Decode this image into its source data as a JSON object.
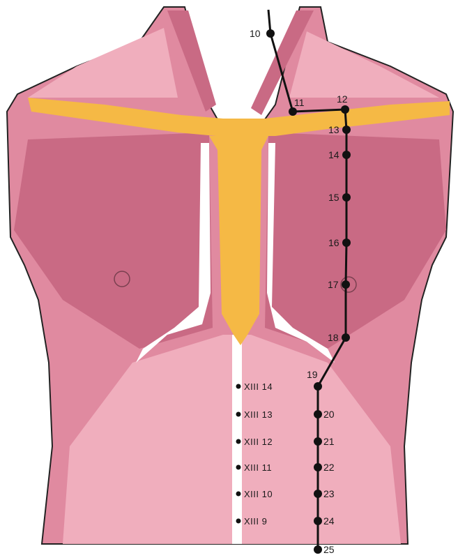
{
  "meridian_points": [
    {
      "label": "10"
    },
    {
      "label": "11"
    },
    {
      "label": "12"
    },
    {
      "label": "13"
    },
    {
      "label": "14"
    },
    {
      "label": "15"
    },
    {
      "label": "16"
    },
    {
      "label": "17"
    },
    {
      "label": "18"
    },
    {
      "label": "19"
    },
    {
      "label": "20"
    },
    {
      "label": "21"
    },
    {
      "label": "22"
    },
    {
      "label": "23"
    },
    {
      "label": "24"
    },
    {
      "label": "25"
    }
  ],
  "reference_points": [
    {
      "label": "XIII 14"
    },
    {
      "label": "XIII 13"
    },
    {
      "label": "XIII 12"
    },
    {
      "label": "XIII 11"
    },
    {
      "label": "XIII 10"
    },
    {
      "label": "XIII 9"
    }
  ],
  "colors": {
    "muscle": "#e08aa0",
    "muscle_dark": "#c96a84",
    "muscle_light": "#f0aebd",
    "bone": "#f5b945",
    "cartilage": "#ffffff",
    "line": "#111111",
    "outline": "#222222"
  }
}
